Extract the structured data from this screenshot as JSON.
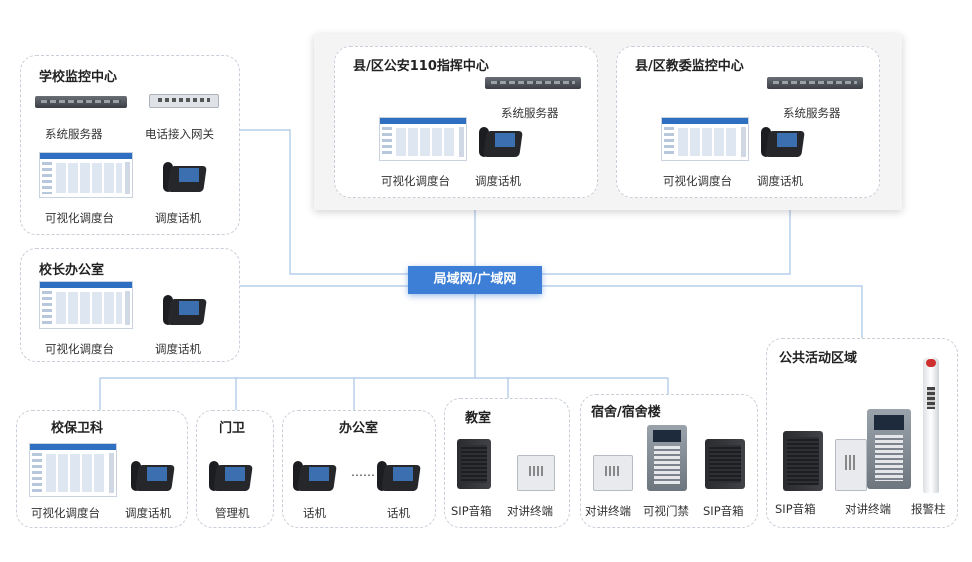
{
  "network_hub": "局域网/广域网",
  "groups": {
    "school_monitor": {
      "title": "学校监控中心",
      "labels": [
        "系统服务器",
        "电话接入网关",
        "可视化调度台",
        "调度话机"
      ]
    },
    "principal": {
      "title": "校长办公室",
      "labels": [
        "可视化调度台",
        "调度话机"
      ]
    },
    "police": {
      "title": "县/区公安110指挥中心",
      "labels": [
        "系统服务器",
        "可视化调度台",
        "调度话机"
      ]
    },
    "education": {
      "title": "县/区教委监控中心",
      "labels": [
        "系统服务器",
        "可视化调度台",
        "调度话机"
      ]
    },
    "security": {
      "title": "校保卫科",
      "labels": [
        "可视化调度台",
        "调度话机"
      ]
    },
    "gate": {
      "title": "门卫",
      "labels": [
        "管理机"
      ]
    },
    "office": {
      "title": "办公室",
      "labels": [
        "话机",
        "话机"
      ],
      "dots": "……"
    },
    "classroom": {
      "title": "教室",
      "labels": [
        "SIP音箱",
        "对讲终端"
      ]
    },
    "dorm": {
      "title": "宿舍/宿舍楼",
      "labels": [
        "对讲终端",
        "可视门禁",
        "SIP音箱"
      ]
    },
    "public": {
      "title": "公共活动区域",
      "labels": [
        "SIP音箱",
        "对讲终端",
        "报警柱"
      ]
    }
  },
  "colors": {
    "hub": "#3d7fd6",
    "line": "#a8c4e6",
    "dashed_border": "#c8cfd8"
  },
  "icons": [
    "server-icon",
    "gateway-icon",
    "console-icon",
    "phone-icon",
    "speaker-icon",
    "intercom-icon",
    "access-control-icon",
    "alarm-pillar-icon"
  ]
}
